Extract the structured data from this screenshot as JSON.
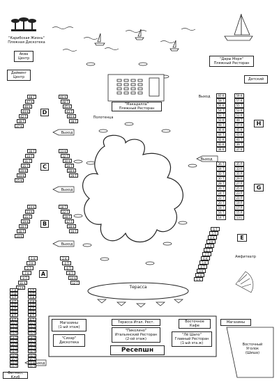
{
  "labels": {
    "caribbean": "\"Карибская Жизнь\"",
    "caribbean_sub": "Пляжная Дискотека",
    "aqua": "Аква",
    "aqua_sub": "Центр",
    "diving": "Дайвинг",
    "diving_sub": "Центр",
    "makadalla": "\"Макадалла\"",
    "makadalla_sub": "Пляжный Ресторан",
    "dary_morya": "\"Дары Моря\"",
    "dary_morya_sub": "Пляжный Ресторан",
    "kids": "Детский",
    "towels": "Полотенца",
    "exit": "Выход",
    "amphitheatre": "Амфитеатр",
    "terrace": "Терасса",
    "shops1": "Магазины",
    "shops1_sub": "(1-ый этаж)",
    "terrace_it": "Терасса Итал. Рест.",
    "pikolino": "\"Пиколино\"",
    "pikolino_sub1": "Итальянский Ресторан",
    "pikolino_sub2": "(2-ой этаж)",
    "east_cafe": "Восточное",
    "east_cafe_sub": "Кафе",
    "shops2": "Магазины",
    "sizar": "\"Сизар\"",
    "sizar_sub": "Дискотека",
    "le_chapeau": "\"Лё Шапо\"",
    "le_chapeau_sub1": "Главный Ресторан",
    "le_chapeau_sub2": "(1-ый эта.ж)",
    "reception": "Ресепшн",
    "east_corner": "Восточный",
    "east_corner_sub1": "Уголок",
    "east_corner_sub2": "(Шиша)",
    "fitness": "Фитнесс Клуб",
    "sections": [
      "D",
      "C",
      "B",
      "A",
      "H",
      "G",
      "E"
    ]
  },
  "blocks": {
    "D": [
      [
        "48 T",
        "46 K"
      ],
      [
        "47 K",
        "48 T"
      ],
      [
        "46 K",
        "45 K"
      ],
      [
        "44 K",
        "43 T"
      ],
      [
        "42 T",
        "40 K"
      ],
      [
        "39 T",
        "38 T"
      ],
      [
        "37 K",
        ""
      ]
    ],
    "C": [
      [
        "36 T",
        "33 K"
      ],
      [
        "33 T",
        "32 T"
      ],
      [
        "31 T",
        "30 K"
      ],
      [
        "35 T",
        "34 T"
      ],
      [
        "29 K",
        "28 K"
      ],
      [
        "24 K",
        "26 T"
      ],
      [
        "25 K",
        ""
      ]
    ],
    "B": [
      [
        "24 K",
        "18 T"
      ],
      [
        "23 K",
        "22 T"
      ],
      [
        "21 T",
        "20 T"
      ],
      [
        "19 K",
        "17 T"
      ],
      [
        "20 T",
        "18 K"
      ],
      [
        "16 T",
        "16 T"
      ],
      [
        "14 K",
        ""
      ]
    ],
    "A": [
      [
        "1 K",
        "2 K"
      ],
      [
        "3 K",
        "4 T"
      ],
      [
        "5 T",
        "6 T"
      ],
      [
        "7 K",
        "8 T"
      ],
      [
        "9 T",
        "10 K"
      ],
      [
        "11 K",
        "12 T"
      ],
      [
        "13 K",
        ""
      ]
    ],
    "H": [
      [
        "60 K",
        "59 K"
      ],
      [
        "58 T",
        "57 K"
      ],
      [
        "56 K",
        "55 T"
      ],
      [
        "54 T",
        "53 K"
      ],
      [
        "52 T",
        "51 K"
      ],
      [
        "50 K",
        "49 T"
      ],
      [
        "48 T",
        "47 K"
      ],
      [
        "46 K",
        "45 K"
      ],
      [
        "44 T",
        "43 K"
      ],
      [
        "42 K",
        "41 T"
      ],
      [
        "40 K",
        "39 T"
      ],
      [
        "38 K",
        "37 K"
      ]
    ],
    "G": [
      [
        "36 T",
        "35 P"
      ],
      [
        "34 T",
        "33 P"
      ],
      [
        "32 T",
        "31 P"
      ],
      [
        "30 T",
        "29 P"
      ],
      [
        "28 T",
        "27 P"
      ],
      [
        "26 T",
        "25 P"
      ],
      [
        "24 T",
        "23 P"
      ],
      [
        "22 T",
        "21 P"
      ],
      [
        "20 T",
        "19 P"
      ],
      [
        "18 T",
        "17 P"
      ],
      [
        "16 T",
        "15 P"
      ],
      [
        "14 T",
        "13 L"
      ]
    ],
    "E": [
      "6 T",
      "5 T",
      "4 K",
      "3 K",
      "2 K",
      "1 T",
      "7 T",
      "6 K",
      "5 K",
      "4 T",
      "3 K",
      "2 K",
      "1 K"
    ],
    "left_col": [
      "1 K",
      "2 K",
      "3 T",
      "4 T",
      "5 T",
      "6 T",
      "7 T",
      "8 T",
      "9 T",
      "10 T",
      "11 T",
      "12 T",
      "13 T",
      "14 T",
      "15 T",
      "16 T",
      "17 T",
      "18 T",
      "19 T",
      "20 T",
      "21 T",
      "22 T"
    ],
    "left_col_b": [
      "1 T",
      "2 T",
      "3 K",
      "4 K",
      "5 T",
      "6 T",
      "7 T",
      "8 T",
      "9 T",
      "10 T",
      "11 T",
      "12 T",
      "13 T",
      "14 T",
      "15 T",
      "16 T",
      "17 T",
      "18 T",
      "19 T",
      "20 T",
      "21 K",
      "22 T"
    ]
  }
}
